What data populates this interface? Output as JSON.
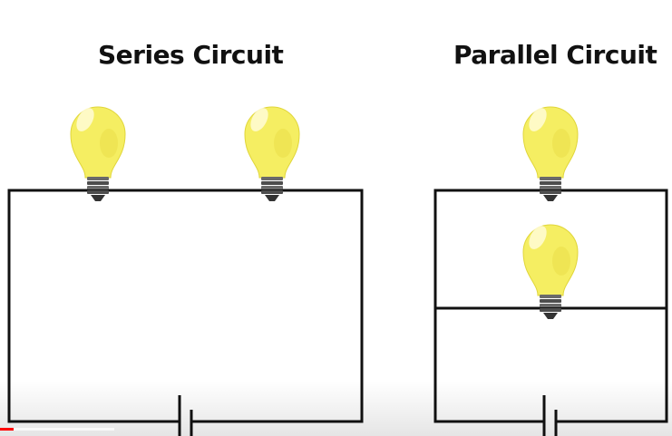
{
  "series": {
    "title": "Series Circuit"
  },
  "parallel": {
    "title": "Parallel Circuit"
  },
  "colors": {
    "wire": "#111111",
    "bulb_glass": "#f5ee62",
    "bulb_highlight": "#fffbd0",
    "bulb_base": "#555555",
    "progress": "#ff0000"
  },
  "icons": {
    "bulb": "light-bulb-icon",
    "battery": "battery-icon"
  },
  "video": {
    "progress_fraction": 0.02
  }
}
